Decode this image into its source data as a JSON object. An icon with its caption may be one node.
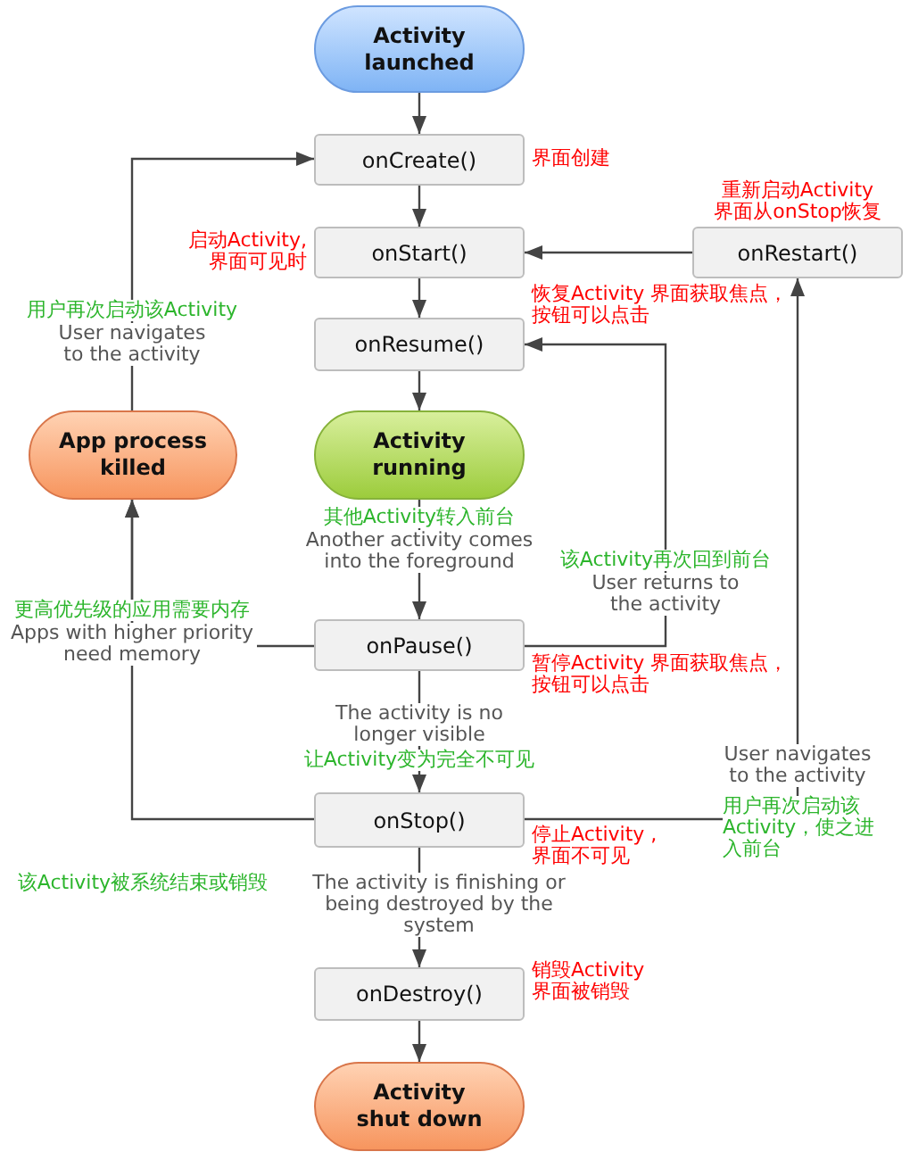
{
  "diagram": {
    "nodes": [
      {
        "text": [
          "Activity launched"
        ]
      },
      {
        "text": [
          "onCreate()"
        ],
        "beside": [
          "界面创建"
        ]
      },
      {
        "text": [
          "onStart()"
        ],
        "beside": [
          "启动Activity,界面可见时"
        ]
      },
      {
        "text": [
          "onRestart()"
        ],
        "beside": [
          "重新启动Activity 界面从onStop恢复"
        ]
      },
      {
        "text": [
          "onResume()"
        ],
        "beside": [
          "恢复Activity 界面获取焦点，按钮可以点击"
        ]
      },
      {
        "text": [
          "App process killed"
        ]
      },
      {
        "text": [
          "Activity running"
        ]
      },
      {
        "text": [
          "onPause()"
        ],
        "beside": [
          "暂停Activity 界面获取焦点，按钮可以点击"
        ]
      },
      {
        "text": [
          "onStop()"
        ],
        "beside": [
          "停止Activity ,界面不可见"
        ]
      },
      {
        "text": [
          "onDestroy()"
        ],
        "beside": [
          "销毁Activity 界面被销毁"
        ]
      },
      {
        "text": [
          "Activity shut down"
        ]
      }
    ],
    "edges": [
      {
        "from": 0,
        "to": 1,
        "arrow": "to"
      },
      {
        "from": 1,
        "to": 2,
        "arrow": "to"
      },
      {
        "from": 2,
        "to": 4,
        "arrow": "to"
      },
      {
        "from": 4,
        "to": 6,
        "arrow": "to"
      },
      {
        "from": 6,
        "to": 7,
        "arrow": "to",
        "label": "Another activity comes into the foreground"
      },
      {
        "from": 7,
        "to": 8,
        "arrow": "to",
        "label": "The activity is no longer visible"
      },
      {
        "from": 8,
        "to": 9,
        "arrow": "to",
        "label": "The activity is finishing or being destroyed by the system"
      },
      {
        "from": 9,
        "to": 10,
        "arrow": "to"
      },
      {
        "from": 7,
        "to": 4,
        "arrow": "to",
        "label": "User returns to the activity"
      },
      {
        "from": 8,
        "to": 3,
        "arrow": "to",
        "label": "User navigates to the activity"
      },
      {
        "from": 3,
        "to": 2,
        "arrow": "to"
      },
      {
        "from": 7,
        "to": 5,
        "arrow": "to",
        "label": "Apps with higher priority need memory"
      },
      {
        "from": 8,
        "to": 5,
        "arrow": "to"
      },
      {
        "from": 5,
        "to": 1,
        "arrow": "to",
        "label": "User navigates to the activity"
      }
    ],
    "labels": [
      "用户再次启动该Activity",
      "其他Activity转入前台",
      "该Activity再次回到前台",
      "更高优先级的应用需要内存",
      "让Activity变为完全不可见",
      "用户再次启动该Activity，使之进入前台",
      "该Activity被系统结束或销毁"
    ]
  }
}
